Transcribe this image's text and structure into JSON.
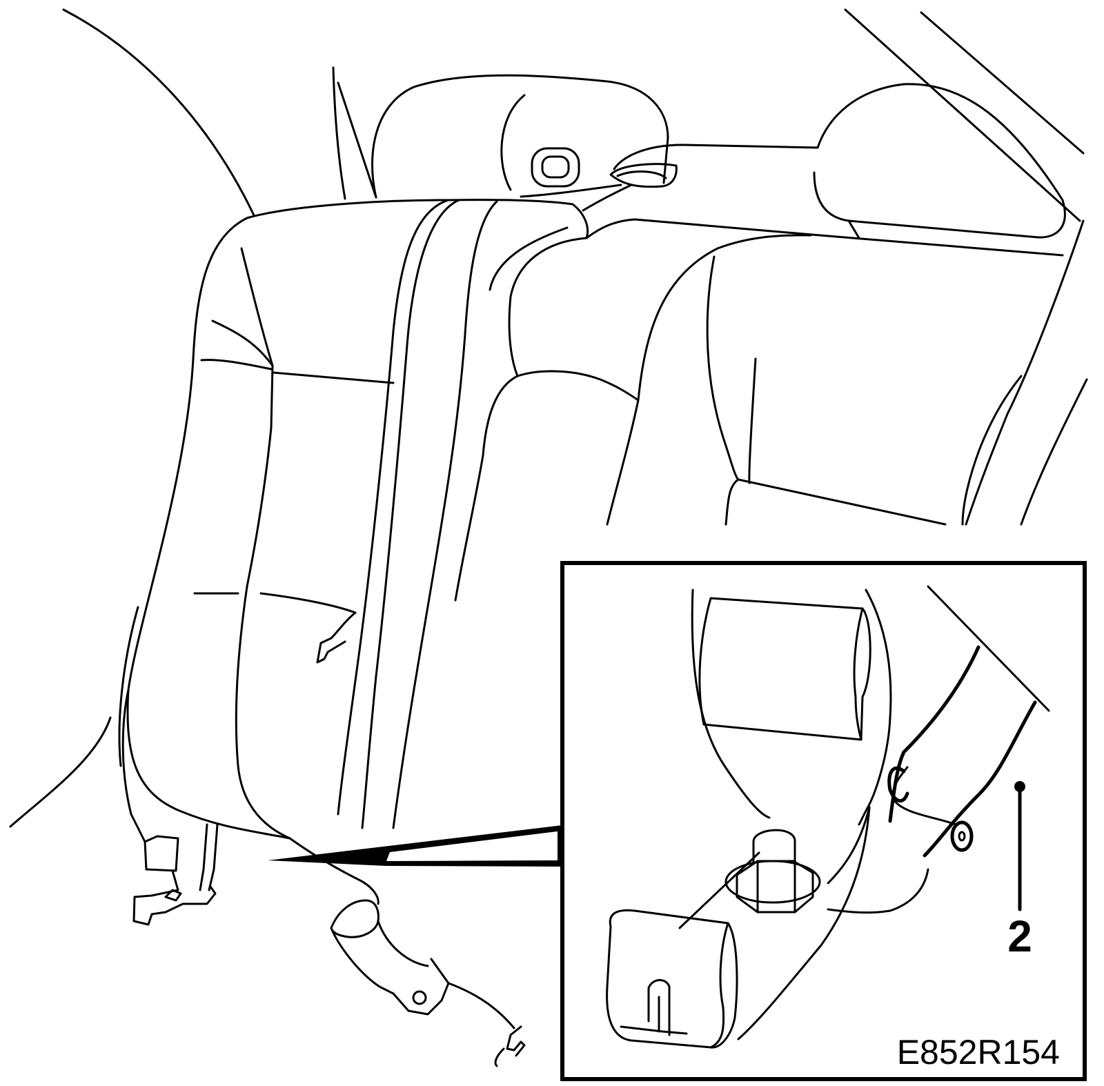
{
  "figure": {
    "callout_label": "2",
    "drawing_code": "E852R154",
    "colors": {
      "line": "#000000",
      "background": "#ffffff"
    }
  },
  "parts": {
    "seat_backrest_left": "seat-backrest",
    "seat_backrest_right": "seat-backrest",
    "headrests": "headrest",
    "hinge_bracket": "hinge-bracket",
    "nut": "hex-nut",
    "seat_belt_strap": "seat-belt"
  }
}
